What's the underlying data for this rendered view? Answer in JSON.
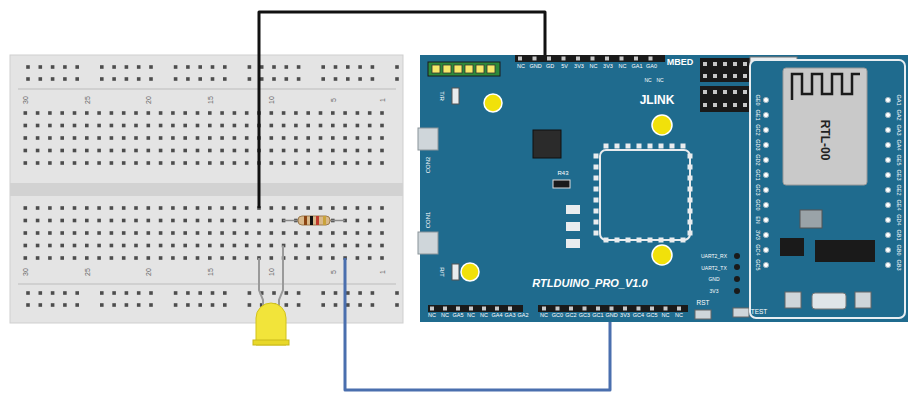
{
  "diagram": {
    "nodes": [
      {
        "text": [
          "30",
          "25",
          "20",
          "15",
          "10",
          "5",
          "1",
          "30",
          "25",
          "20",
          "15",
          "10",
          "5",
          "1"
        ]
      },
      {
        "text": [
          "RTLDUINO_PRO_V1.0",
          "MBED",
          "JLINK"
        ]
      },
      {
        "text": [
          "RTL-00"
        ],
        "in": 1
      }
    ],
    "edges": [
      {
        "from": 0,
        "to": 1,
        "arrow": "none"
      },
      {
        "from": 0,
        "to": 1,
        "arrow": "none"
      }
    ],
    "labels": [
      "NC",
      "GND",
      "GD",
      "5V",
      "3V3",
      "NC",
      "3V3",
      "NC",
      "GA1",
      "GA0",
      "NC",
      "NC",
      "NC",
      "NC",
      "GA5",
      "NC",
      "NC",
      "GA4",
      "GA3",
      "GA2",
      "NC",
      "GC0",
      "GC2",
      "GC3",
      "GC1",
      "GND",
      "3V3",
      "GC4",
      "GC5",
      "NC",
      "NC",
      "R43",
      "CON2",
      "CON1",
      "T/R",
      "R/T",
      "UART2_RX",
      "UART2_TX",
      "GND",
      "3V3",
      "RST",
      "TEST",
      "GE0",
      "GE1",
      "GC2",
      "GD3",
      "GD2",
      "GC1",
      "GC3",
      "GC0",
      "EN",
      "3V3",
      "GC4",
      "GC5",
      "GA1",
      "GA2",
      "GA3",
      "GA4",
      "GE5",
      "GE3",
      "GE2",
      "GE4",
      "GD4",
      "GB1",
      "GB0",
      "GB3"
    ]
  }
}
